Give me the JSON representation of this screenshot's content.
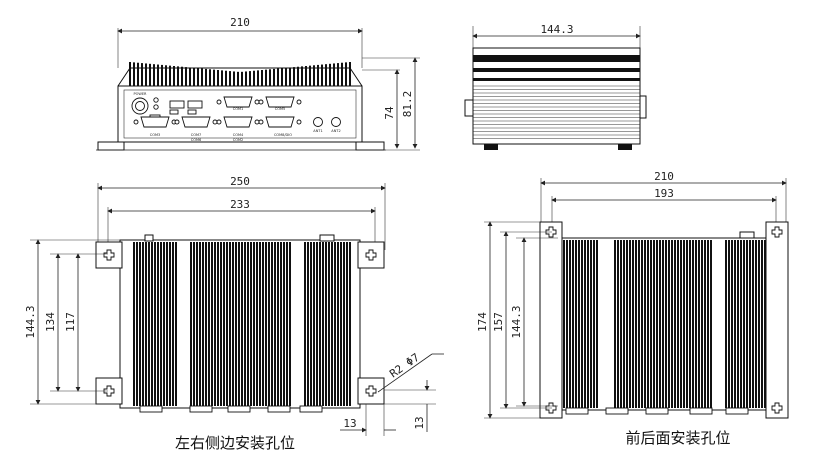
{
  "front_view": {
    "width_label": "210",
    "height_inner_label": "74",
    "height_outer_label": "81.2",
    "port_labels": [
      "POWER",
      "COM3",
      "COM1",
      "COM5",
      "COM7",
      "COM4",
      "COM2",
      "COM6",
      "COM8/DIO",
      "ANT1",
      "ANT2"
    ]
  },
  "side_view": {
    "depth_label": "144.3"
  },
  "left_view": {
    "outer_width_label": "250",
    "inner_width_label": "233",
    "outer_height_label": "144.3",
    "mid_height_label": "134",
    "inner_height_label": "117",
    "radius_label": "R2 Φ7",
    "offset_x_label": "13",
    "offset_y_label": "13",
    "caption": "左右侧边安装孔位"
  },
  "right_view": {
    "outer_width_label": "210",
    "inner_width_label": "193",
    "outer_height_label": "174",
    "mid_height_label": "157",
    "inner_height_label": "144.3",
    "caption": "前后面安装孔位"
  }
}
